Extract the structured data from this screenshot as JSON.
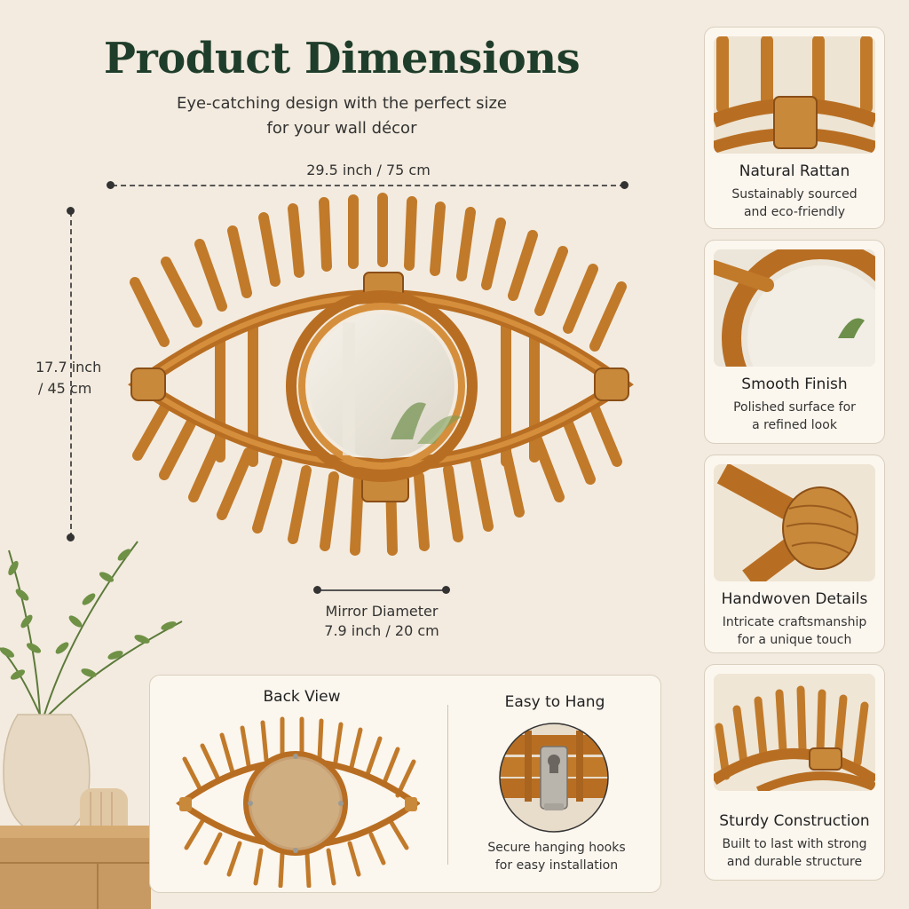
{
  "header": {
    "title": "Product Dimensions",
    "subtitle_line1": "Eye-catching design with the perfect size",
    "subtitle_line2": "for your wall décor"
  },
  "dimensions": {
    "width": "29.5 inch / 75 cm",
    "height_line1": "17.7 inch",
    "height_line2": "/ 45 cm",
    "mirror_label": "Mirror Diameter",
    "mirror_value": "7.9 inch / 20 cm"
  },
  "features": [
    {
      "title": "Natural Rattan",
      "desc_line1": "Sustainably sourced",
      "desc_line2": "and eco-friendly"
    },
    {
      "title": "Smooth Finish",
      "desc_line1": "Polished surface for",
      "desc_line2": "a refined look"
    },
    {
      "title": "Handwoven Details",
      "desc_line1": "Intricate craftsmanship",
      "desc_line2": "for a unique touch"
    },
    {
      "title": "Sturdy Construction",
      "desc_line1": "Built to last with strong",
      "desc_line2": "and durable structure"
    }
  ],
  "bottom_panel": {
    "back_view_title": "Back View",
    "hang_title": "Easy to Hang",
    "hang_desc_line1": "Secure hanging hooks",
    "hang_desc_line2": "for easy installation"
  },
  "colors": {
    "background": "#f3ebdf",
    "title": "#1f3d2b",
    "rattan": "#c17a2a",
    "rattan_dark": "#8a4f17",
    "card_bg": "#fbf6ee"
  }
}
